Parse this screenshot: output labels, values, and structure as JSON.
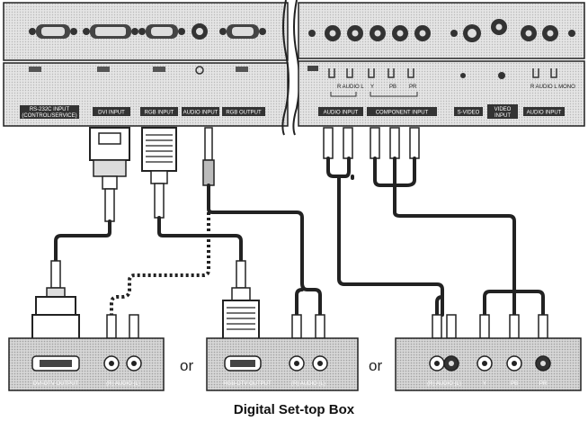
{
  "panel_labels": {
    "rs232c": "RS-232C INPUT (CONTROL/SERVICE)",
    "dvi_input": "DVI INPUT",
    "rgb_input": "RGB INPUT",
    "audio_input_left": "AUDIO INPUT",
    "rgb_output": "RGB OUTPUT",
    "audio_input_right": "AUDIO INPUT",
    "component_input": "COMPONENT INPUT",
    "s_video": "S-VIDEO",
    "video_input": "VIDEO INPUT",
    "audio_input_far": "AUDIO INPUT",
    "audio_lr": "AUDIO",
    "pb": "PB",
    "pr": "PR",
    "y": "Y",
    "mono": "MONO"
  },
  "box_labels": {
    "dvi_dtv_output": "DVI-DTV OUTPUT",
    "audio_rl_1": "(R) AUDIO (L)",
    "rgb_dtv_output": "RGB-DTV OUTPUT",
    "audio_rl_2": "(R) AUDIO (L)",
    "audio_rl_3": "(R) AUDIO (L)",
    "y": "Y",
    "pb": "PB",
    "pr": "PR"
  },
  "or_1": "or",
  "or_2": "or",
  "caption": "Digital Set-top Box"
}
